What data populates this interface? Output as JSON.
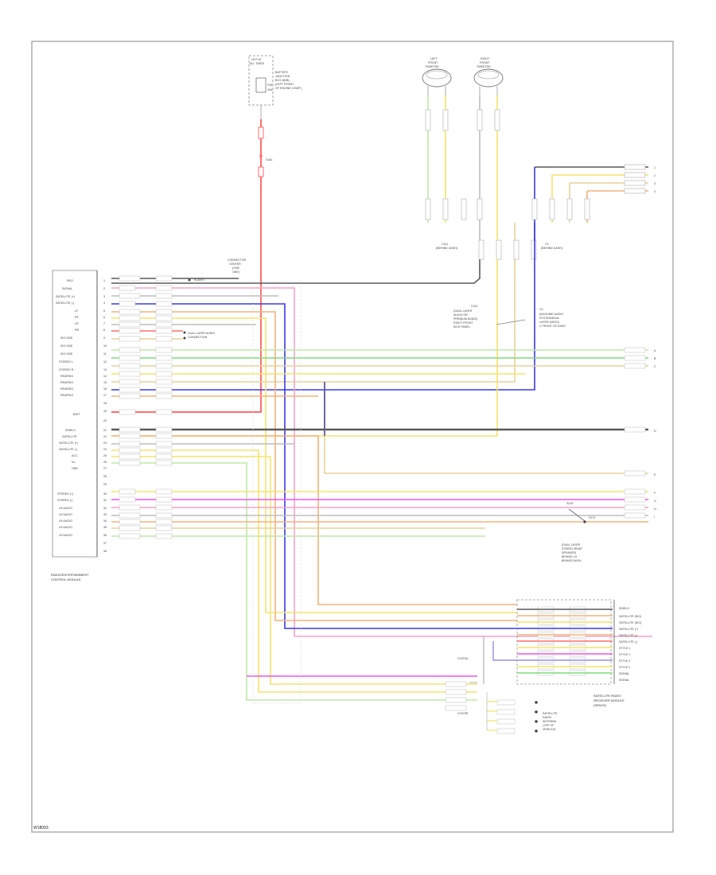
{
  "footer": {
    "code": "W18093"
  },
  "colors": {
    "red": "#ff6e6e",
    "pink": "#f3a3c9",
    "blue": "#3a3ae8",
    "orange": "#f2b37a",
    "yellow": "#f5e36b",
    "tan": "#e8d29a",
    "green": "#7fdc7f",
    "lightgreen": "#bde9a5",
    "magenta": "#ee55ee",
    "darkgray": "#5a5a5a",
    "lightgray": "#bdbdbd",
    "violet": "#9b8ee6",
    "black": "#222222"
  },
  "wires": [
    {
      "name": "red-power",
      "color": "red"
    },
    {
      "name": "blue-signal",
      "color": "blue"
    },
    {
      "name": "orange-signal",
      "color": "orange"
    },
    {
      "name": "yellow-signal",
      "color": "yellow"
    },
    {
      "name": "tan-signal",
      "color": "tan"
    },
    {
      "name": "green-signal",
      "color": "green"
    },
    {
      "name": "lightgreen-signal",
      "color": "lightgreen"
    },
    {
      "name": "magenta-signal",
      "color": "magenta"
    },
    {
      "name": "pink-signal",
      "color": "pink"
    },
    {
      "name": "darkgray-ground",
      "color": "darkgray"
    },
    {
      "name": "lightgray-signal",
      "color": "lightgray"
    },
    {
      "name": "violet-signal",
      "color": "violet"
    }
  ]
}
